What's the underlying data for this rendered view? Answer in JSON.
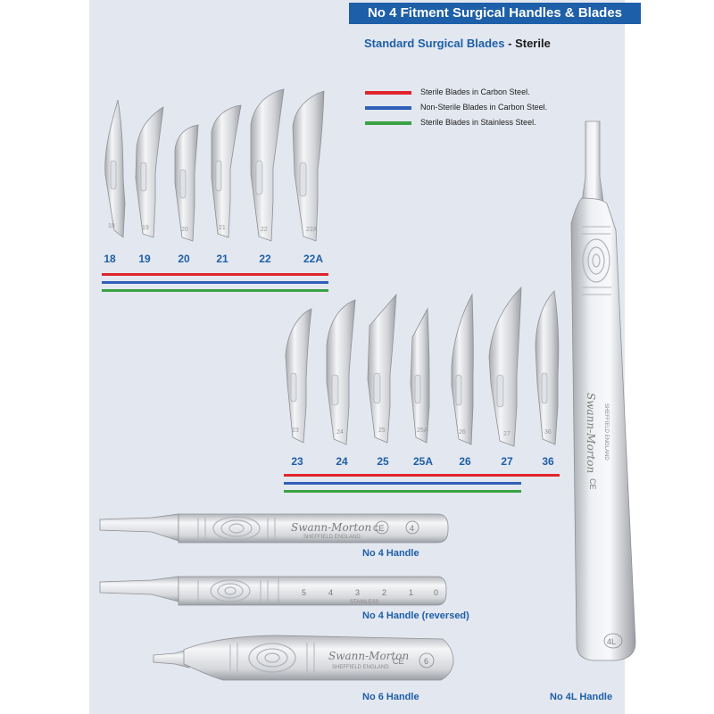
{
  "header": {
    "title": "No 4 Fitment Surgical Handles & Blades",
    "subtitle_main": "Standard Surgical Blades",
    "subtitle_sep": " - ",
    "subtitle_strong": "Sterile"
  },
  "legend": [
    {
      "label": "Sterile Blades in Carbon Steel.",
      "color": "#e1242c"
    },
    {
      "label": "Non-Sterile Blades in Carbon Steel.",
      "color": "#2f5fb8"
    },
    {
      "label": "Sterile Blades in Stainless Steel.",
      "color": "#3aa244"
    }
  ],
  "blades_row1": {
    "labels": [
      "18",
      "19",
      "20",
      "21",
      "22",
      "22A"
    ],
    "stripe_colors": [
      "#e1242c",
      "#2f5fb8",
      "#3aa244"
    ]
  },
  "blades_row2": {
    "labels": [
      "23",
      "24",
      "25",
      "25A",
      "26",
      "27",
      "36"
    ],
    "stripe_colors": [
      "#e1242c",
      "#2f5fb8",
      "#3aa244"
    ]
  },
  "handles": {
    "no4": "No 4 Handle",
    "no4_reversed": "No 4 Handle (reversed)",
    "no6": "No 6 Handle",
    "no4l": "No 4L Handle",
    "brand_mark": "Swann-Morton",
    "origin": "SHEFFIELD ENGLAND",
    "ce_mark": "CE",
    "no4_size": "4",
    "no6_size": "6",
    "no4l_size": "4L",
    "scale_numbers": [
      "5",
      "4",
      "3",
      "2",
      "1",
      "0"
    ],
    "scale_mark": "STAINLESS"
  }
}
